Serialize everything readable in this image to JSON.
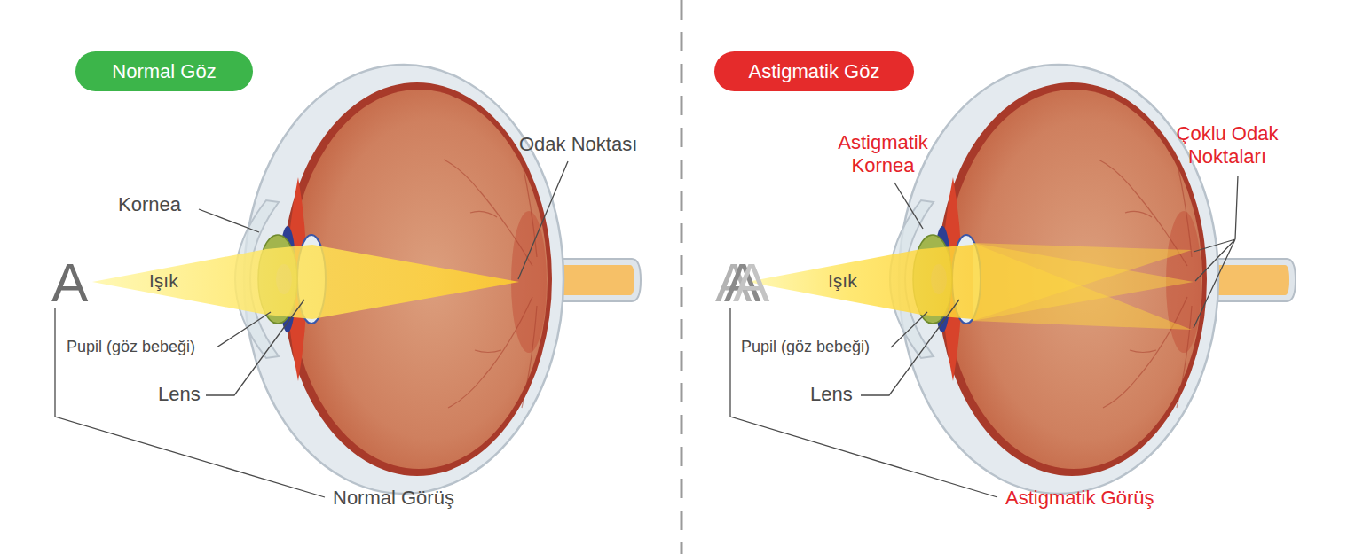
{
  "diagram": {
    "nodes": [
      {
        "text": [
          "Normal Göz"
        ]
      },
      {
        "text": [
          "Astigmatik Göz"
        ]
      }
    ],
    "labels": [
      "Kornea",
      "Işık",
      "Odak Noktası",
      "A",
      "Pupil (göz bebeği)",
      "Lens",
      "Normal Görüş",
      "Astigmatik Kornea",
      "Çoklu Odak Noktaları",
      "A",
      "A",
      "A",
      "Işık",
      "Pupil (göz bebeği)",
      "Lens",
      "Astigmatik Görüş"
    ]
  }
}
